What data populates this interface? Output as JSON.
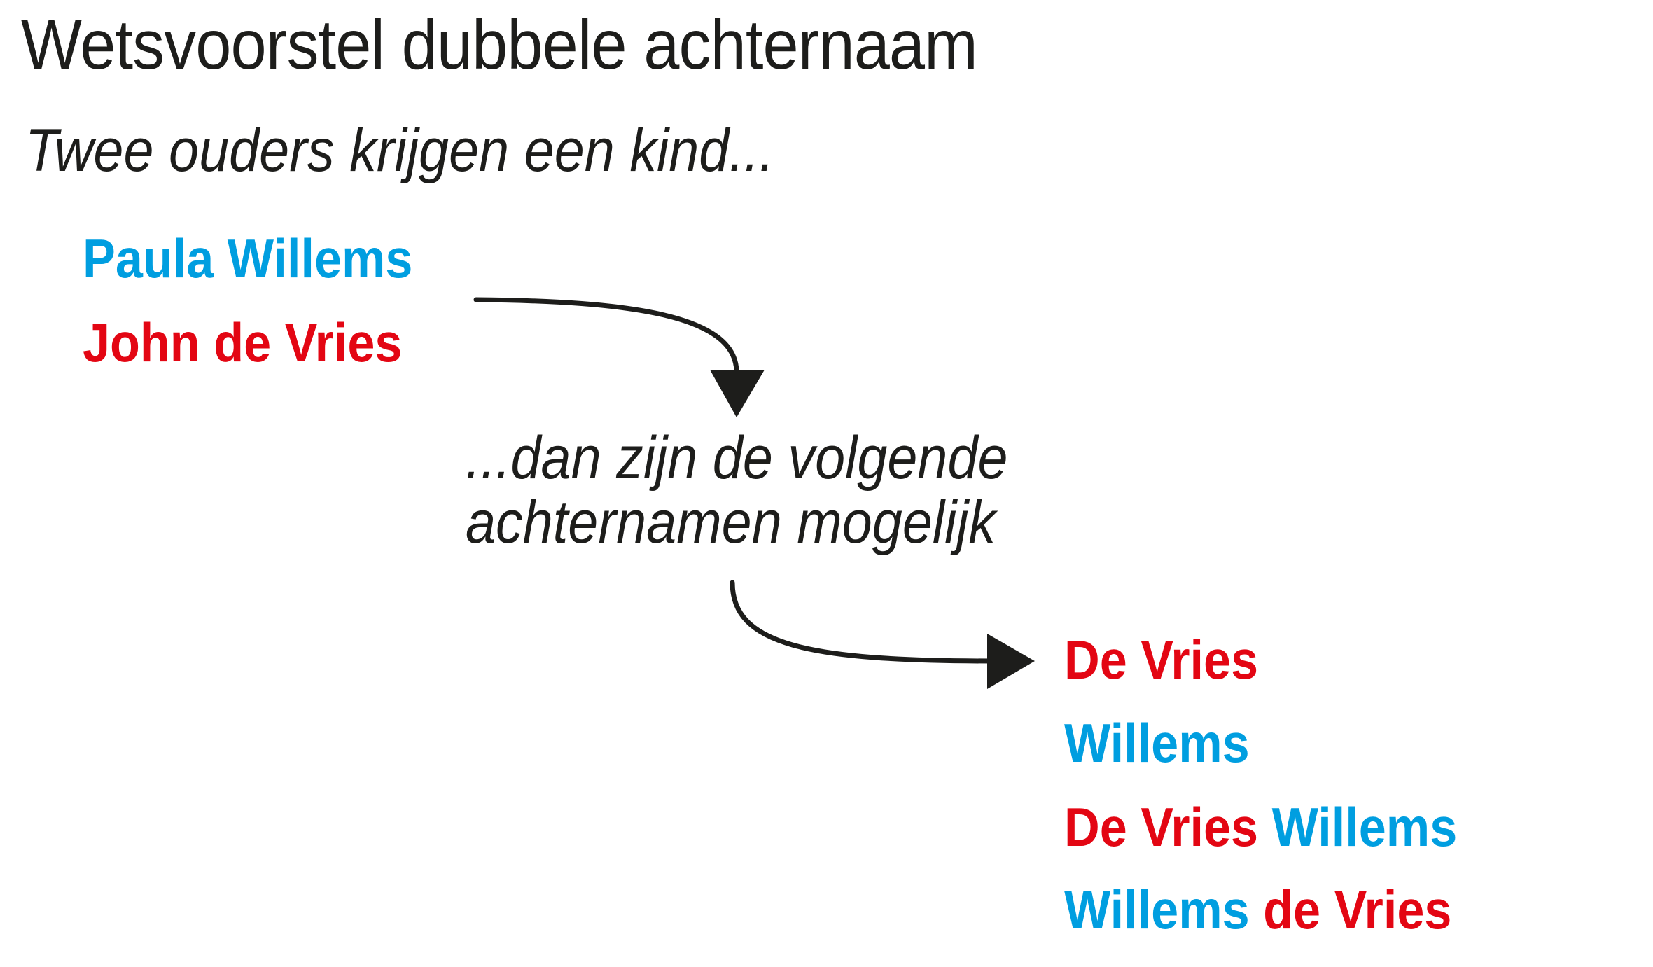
{
  "title": "Wetsvoorstel dubbele achternaam",
  "subtitle": "Twee ouders krijgen een kind...",
  "colors": {
    "mother": "#009ee0",
    "father": "#e30613",
    "text": "#1d1d1b",
    "arrow": "#1d1d1b"
  },
  "parents": [
    {
      "name": "Paula Willems",
      "color": "#009ee0"
    },
    {
      "name": "John de Vries",
      "color": "#e30613"
    }
  ],
  "middle_text": {
    "line1": "...dan zijn de volgende",
    "line2": "achternamen mogelijk"
  },
  "options": [
    {
      "parts": [
        {
          "text": "De Vries",
          "color": "#e30613"
        }
      ]
    },
    {
      "parts": [
        {
          "text": "Willems",
          "color": "#009ee0"
        }
      ]
    },
    {
      "parts": [
        {
          "text": "De Vries",
          "color": "#e30613"
        },
        {
          "text": " Willems",
          "color": "#009ee0"
        }
      ]
    },
    {
      "parts": [
        {
          "text": "Willems",
          "color": "#009ee0"
        },
        {
          "text": " de Vries",
          "color": "#e30613"
        }
      ]
    }
  ],
  "icons": {
    "arrow1": "curved-arrow-down-icon",
    "arrow2": "curved-arrow-right-icon"
  }
}
